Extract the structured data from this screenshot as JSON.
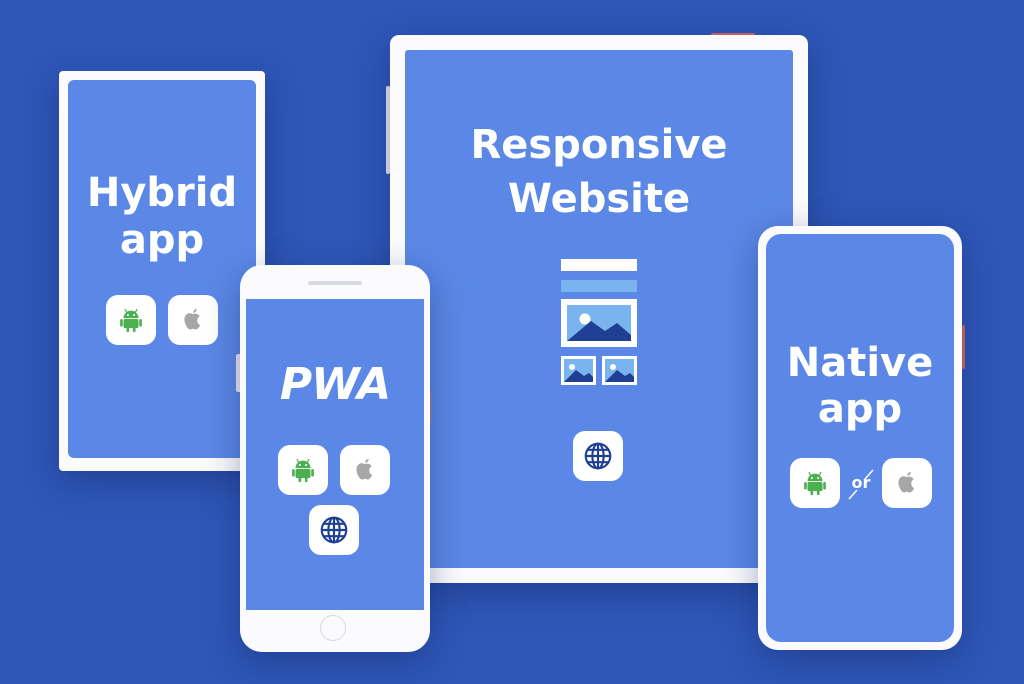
{
  "hybrid": {
    "line1": "Hybrid",
    "line2": "app",
    "icons": [
      "android-icon",
      "apple-icon"
    ]
  },
  "pwa": {
    "logo": "PWA",
    "icons": [
      "android-icon",
      "apple-icon",
      "globe-icon"
    ]
  },
  "responsive": {
    "line1": "Responsive",
    "line2": "Website",
    "icons": [
      "website-layout-icon",
      "globe-icon"
    ]
  },
  "native": {
    "line1": "Native",
    "line2": "app",
    "or": "or",
    "icons": [
      "android-icon",
      "apple-icon"
    ]
  },
  "colors": {
    "background": "#2f57b8",
    "screen": "#5b88e6",
    "device": "#fbfbfd",
    "android": "#4caf50",
    "apple": "#a7a7a7",
    "globe": "#1f3f94",
    "accent": "#d06a64"
  }
}
